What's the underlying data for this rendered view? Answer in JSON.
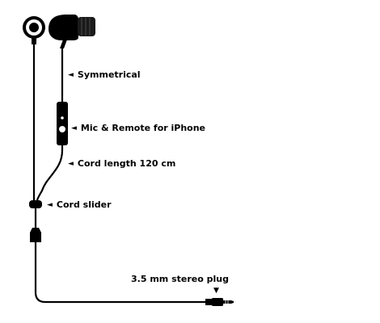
{
  "colors": {
    "ink": "#000000",
    "background": "#ffffff",
    "ear_tip": "#1a1a1a"
  },
  "icons": {
    "pointer": "black-left-pointing-triangle",
    "down_pointer": "black-down-pointing-triangle"
  },
  "labels": {
    "symmetrical": "Symmetrical",
    "mic_remote": "Mic & Remote for iPhone",
    "cord_length": "Cord length 120 cm",
    "cord_slider": "Cord slider",
    "stereo_plug": "3.5 mm stereo plug"
  },
  "glyphs": {
    "left_pointer": "◄",
    "down_pointer": "▼"
  }
}
